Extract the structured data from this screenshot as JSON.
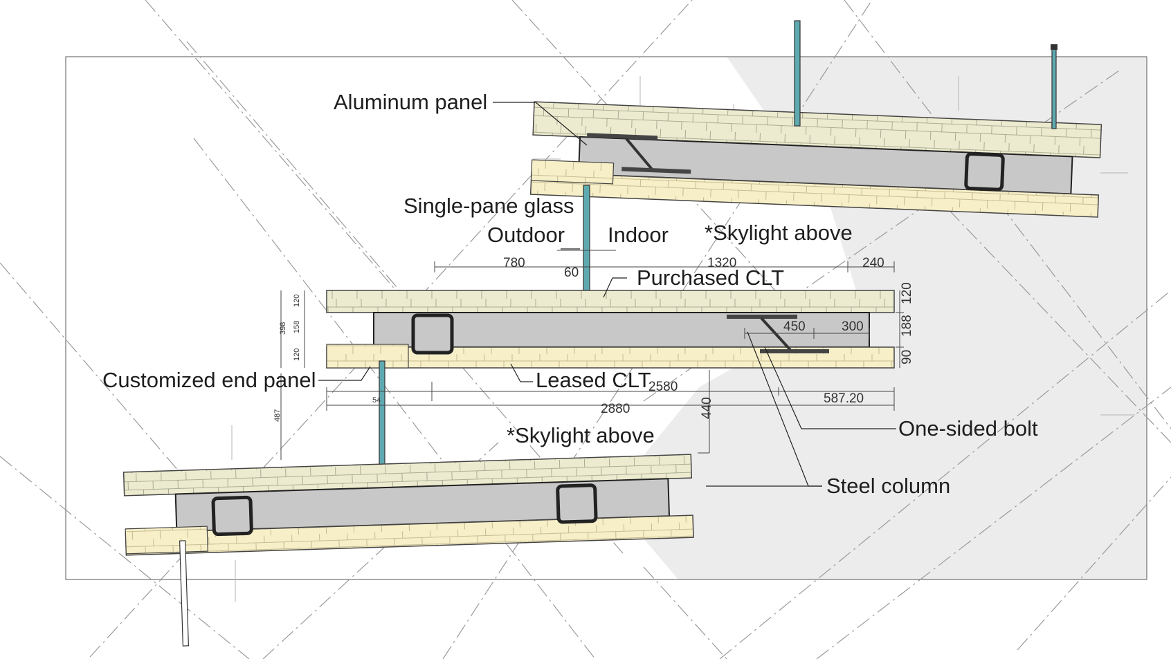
{
  "labels": {
    "aluminum_panel": "Aluminum panel",
    "single_pane_glass": "Single-pane glass",
    "outdoor": "Outdoor",
    "indoor": "Indoor",
    "skylight_above_1": "*Skylight above",
    "purchased_clt": "Purchased CLT",
    "customized_end_panel": "Customized end panel",
    "leased_clt": "Leased CLT",
    "skylight_above_2": "*Skylight above",
    "one_sided_bolt": "One-sided bolt",
    "steel_column": "Steel column"
  },
  "dimensions": {
    "d780": "780",
    "d1320": "1320",
    "d240": "240",
    "d60": "60",
    "d450": "450",
    "d300": "300",
    "d2580": "2580",
    "d587": "587.20",
    "d2880": "2880",
    "d440": "440",
    "d120a": "120",
    "d188": "188",
    "d90": "90",
    "d120l": "120",
    "d158": "158",
    "d398": "398",
    "d120l2": "120",
    "d487": "487",
    "d54": "54"
  },
  "colors": {
    "purchased_clt": "#ecebcf",
    "leased_clt": "#f7efc7",
    "cavity": "#c8c8c8",
    "glass": "#5fa9b0",
    "background_zone": "#ececec"
  }
}
